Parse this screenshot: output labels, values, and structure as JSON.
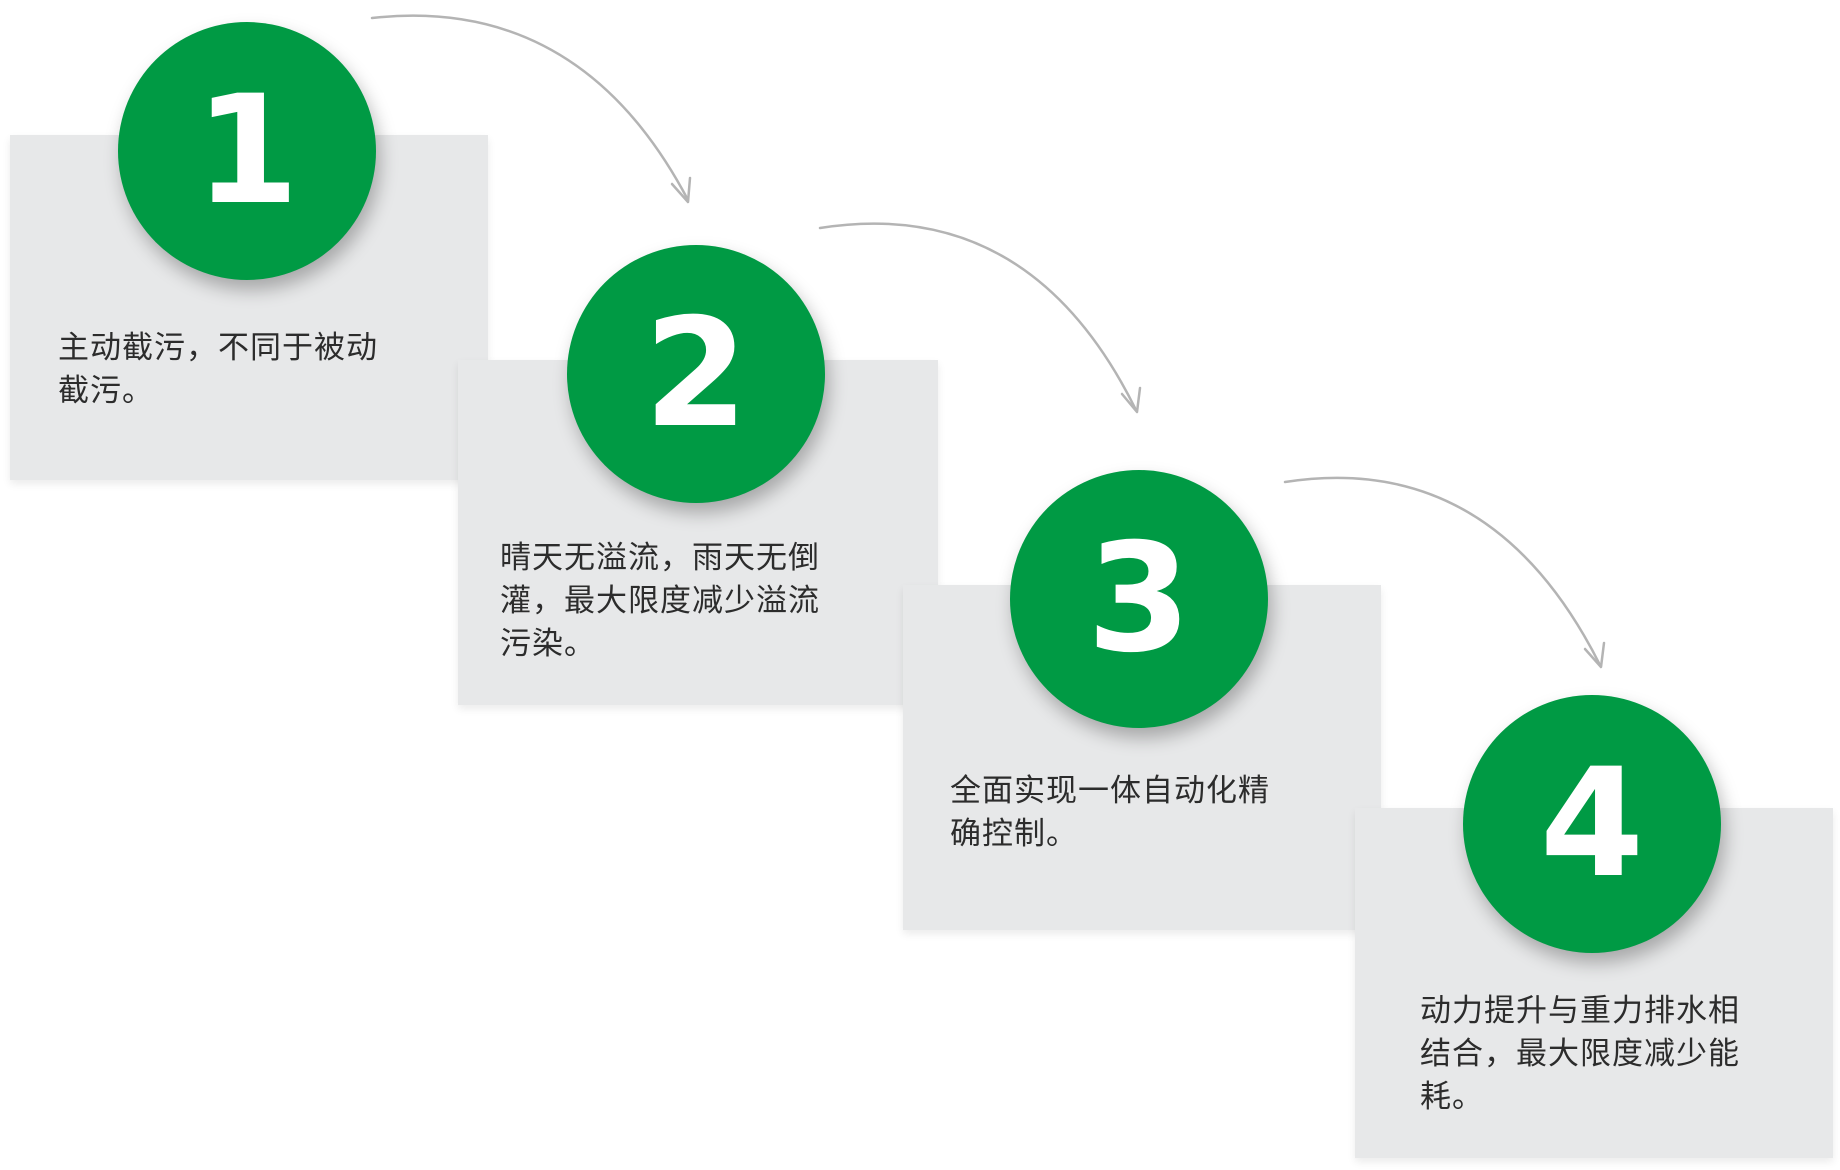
{
  "colors": {
    "circle": "#009a44",
    "card": "#e7e8e9",
    "number": "#ffffff",
    "text": "#2c2c2c",
    "arrow": "#b4b4b4"
  },
  "steps": [
    {
      "number": "1",
      "text_lines": [
        "主动截污，不同于被动",
        "截污。"
      ]
    },
    {
      "number": "2",
      "text_lines": [
        "晴天无溢流，雨天无倒",
        "灌，最大限度减少溢流",
        "污染。"
      ]
    },
    {
      "number": "3",
      "text_lines": [
        "全面实现一体自动化精",
        "确控制。"
      ]
    },
    {
      "number": "4",
      "text_lines": [
        "动力提升与重力排水相",
        "结合，最大限度减少能",
        "耗。"
      ]
    }
  ]
}
